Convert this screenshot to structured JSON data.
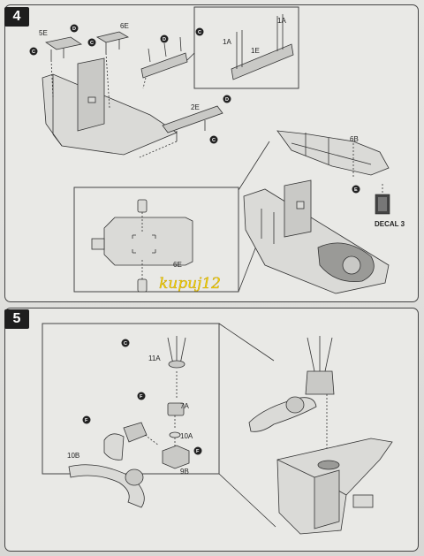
{
  "steps": [
    {
      "number": "4",
      "part_labels": [
        "5E",
        "6E",
        "1A",
        "1A",
        "1E",
        "2E",
        "6E",
        "6B"
      ],
      "glue_markers": [
        "C",
        "D",
        "C",
        "D",
        "C",
        "D",
        "C",
        "E"
      ],
      "decal_label": "DECAL 3"
    },
    {
      "number": "5",
      "part_labels": [
        "11A",
        "7A",
        "10A",
        "10B",
        "9B"
      ],
      "glue_markers": [
        "C",
        "F",
        "F",
        "F"
      ]
    }
  ],
  "watermark": "kupuj12"
}
